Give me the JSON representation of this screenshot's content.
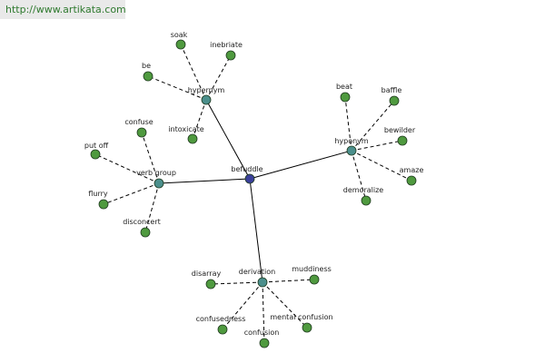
{
  "header": {
    "url": "http://www.artikata.com"
  },
  "colors": {
    "center": "#3a3f9a",
    "relation": "#4b8f8c",
    "leaf": "#4f9a3f"
  },
  "graph": {
    "nodes": [
      {
        "id": "befuddle",
        "label": "befuddle",
        "kind": "center"
      },
      {
        "id": "hypernym",
        "label": "hypernym",
        "kind": "relation"
      },
      {
        "id": "hyponym",
        "label": "hyponym",
        "kind": "relation"
      },
      {
        "id": "verb-group",
        "label": "verb group",
        "kind": "relation"
      },
      {
        "id": "derivation",
        "label": "derivation",
        "kind": "relation"
      },
      {
        "id": "soak",
        "label": "soak",
        "kind": "leaf"
      },
      {
        "id": "inebriate",
        "label": "inebriate",
        "kind": "leaf"
      },
      {
        "id": "be",
        "label": "be",
        "kind": "leaf"
      },
      {
        "id": "intoxicate",
        "label": "intoxicate",
        "kind": "leaf"
      },
      {
        "id": "beat",
        "label": "beat",
        "kind": "leaf"
      },
      {
        "id": "baffle",
        "label": "baffle",
        "kind": "leaf"
      },
      {
        "id": "bewilder",
        "label": "bewilder",
        "kind": "leaf"
      },
      {
        "id": "amaze",
        "label": "amaze",
        "kind": "leaf"
      },
      {
        "id": "demoralize",
        "label": "demoralize",
        "kind": "leaf"
      },
      {
        "id": "confuse",
        "label": "confuse",
        "kind": "leaf"
      },
      {
        "id": "put-off",
        "label": "put off",
        "kind": "leaf"
      },
      {
        "id": "flurry",
        "label": "flurry",
        "kind": "leaf"
      },
      {
        "id": "disconcert",
        "label": "disconcert",
        "kind": "leaf"
      },
      {
        "id": "disarray",
        "label": "disarray",
        "kind": "leaf"
      },
      {
        "id": "muddiness",
        "label": "muddiness",
        "kind": "leaf"
      },
      {
        "id": "confusedness",
        "label": "confusedness",
        "kind": "leaf"
      },
      {
        "id": "confusion",
        "label": "confusion",
        "kind": "leaf"
      },
      {
        "id": "mental-confusion",
        "label": "mental confusion",
        "kind": "leaf"
      }
    ],
    "edges": [
      {
        "from": "befuddle",
        "to": "hypernym",
        "style": "solid"
      },
      {
        "from": "befuddle",
        "to": "hyponym",
        "style": "solid"
      },
      {
        "from": "befuddle",
        "to": "verb-group",
        "style": "solid"
      },
      {
        "from": "befuddle",
        "to": "derivation",
        "style": "solid"
      },
      {
        "from": "hypernym",
        "to": "soak",
        "style": "dashed"
      },
      {
        "from": "hypernym",
        "to": "inebriate",
        "style": "dashed"
      },
      {
        "from": "hypernym",
        "to": "be",
        "style": "dashed"
      },
      {
        "from": "hypernym",
        "to": "intoxicate",
        "style": "dashed"
      },
      {
        "from": "hyponym",
        "to": "beat",
        "style": "dashed"
      },
      {
        "from": "hyponym",
        "to": "baffle",
        "style": "dashed"
      },
      {
        "from": "hyponym",
        "to": "bewilder",
        "style": "dashed"
      },
      {
        "from": "hyponym",
        "to": "amaze",
        "style": "dashed"
      },
      {
        "from": "hyponym",
        "to": "demoralize",
        "style": "dashed"
      },
      {
        "from": "verb-group",
        "to": "confuse",
        "style": "dashed"
      },
      {
        "from": "verb-group",
        "to": "put-off",
        "style": "dashed"
      },
      {
        "from": "verb-group",
        "to": "flurry",
        "style": "dashed"
      },
      {
        "from": "verb-group",
        "to": "disconcert",
        "style": "dashed"
      },
      {
        "from": "derivation",
        "to": "disarray",
        "style": "dashed"
      },
      {
        "from": "derivation",
        "to": "muddiness",
        "style": "dashed"
      },
      {
        "from": "derivation",
        "to": "confusedness",
        "style": "dashed"
      },
      {
        "from": "derivation",
        "to": "confusion",
        "style": "dashed"
      },
      {
        "from": "derivation",
        "to": "mental-confusion",
        "style": "dashed"
      }
    ]
  }
}
